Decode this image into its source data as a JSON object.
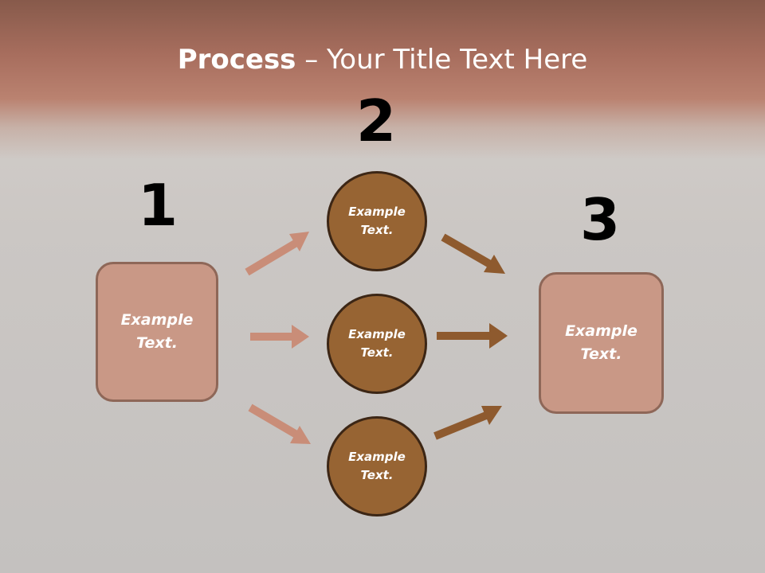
{
  "title": {
    "bold": "Process",
    "rest": " – Your Title Text Here"
  },
  "steps": [
    {
      "number": "1"
    },
    {
      "number": "2"
    },
    {
      "number": "3"
    }
  ],
  "left_box": {
    "text": "Example\nText."
  },
  "right_box": {
    "text": "Example\nText."
  },
  "circles": [
    {
      "text": "Example\nText."
    },
    {
      "text": "Example\nText."
    },
    {
      "text": "Example\nText."
    }
  ],
  "colors": {
    "title_band": "#a86e5e",
    "box_fill": "#c99886",
    "box_border": "#8e6758",
    "circle_fill": "#976433",
    "circle_border": "#3c2615",
    "arrow_left": "#c98d78",
    "arrow_right": "#8e5a2e"
  }
}
